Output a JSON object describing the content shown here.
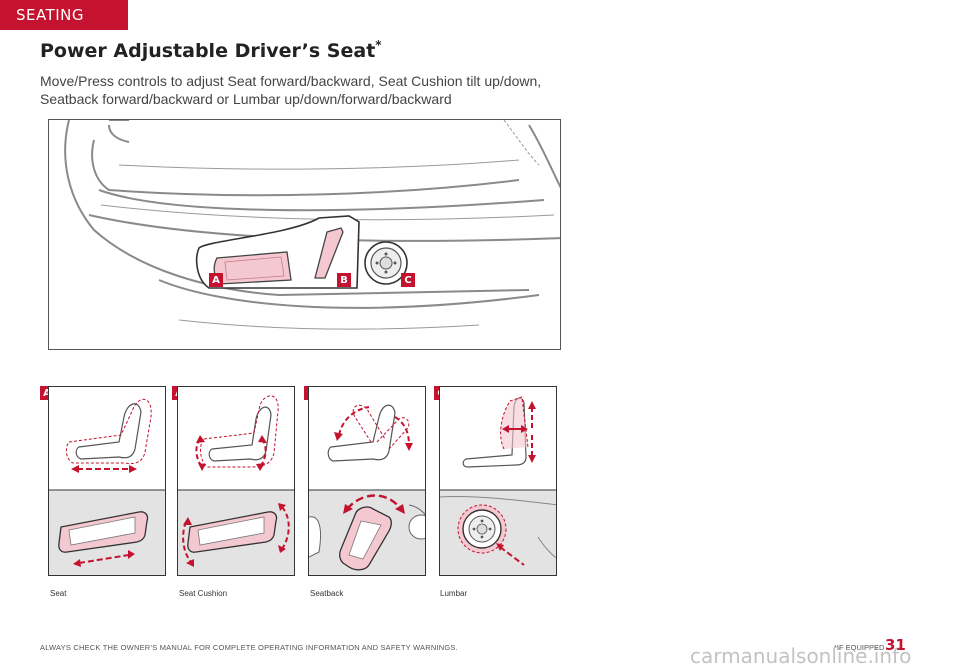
{
  "section_tag": "SEATING",
  "title": "Power Adjustable Driver’s Seat",
  "title_mark": "*",
  "description": "Move/Press controls to adjust Seat forward/backward, Seat Cushion tilt up/down, Seatback forward/backward or Lumbar up/down/forward/backward",
  "hero_callouts": [
    "A",
    "B",
    "C"
  ],
  "panels": [
    {
      "label": "A",
      "caption": "Seat"
    },
    {
      "label": "A",
      "caption": "Seat Cushion"
    },
    {
      "label": "B",
      "caption": "Seatback"
    },
    {
      "label": "C",
      "caption": "Lumbar"
    }
  ],
  "footer": {
    "warning": "ALWAYS CHECK THE OWNER’S MANUAL FOR COMPLETE OPERATING INFORMATION AND SAFETY WARNINGS.",
    "if_equipped": "*IF EQUIPPED",
    "page_number": "31"
  },
  "watermark": "carmanualsonline.info",
  "colors": {
    "accent": "#c4122f",
    "highlight_fill": "#f4c8d0",
    "panel_bottom_bg": "#e3e3e3",
    "line": "#777777"
  }
}
